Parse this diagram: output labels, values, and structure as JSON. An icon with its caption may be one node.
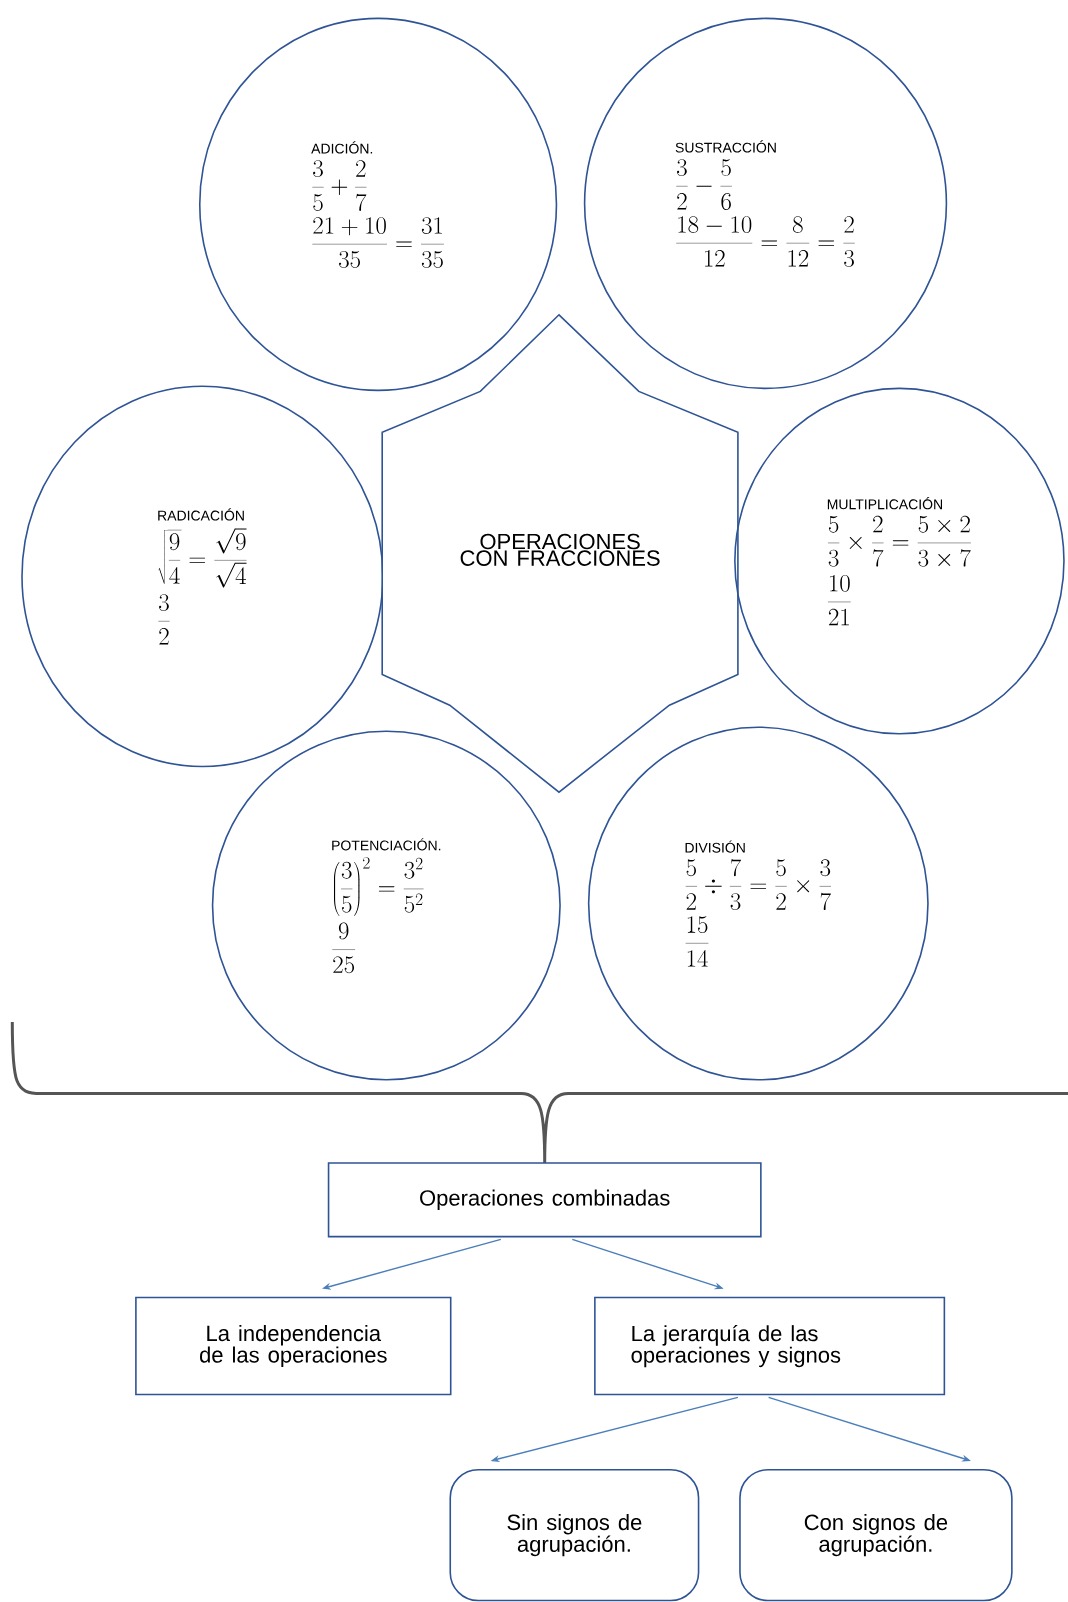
{
  "diagram": {
    "nodes": [
      {
        "text": [
          "ADICIÓN.",
          "\\frac{3}{5}+\\frac{2}{7}",
          "\\frac{21+10}{35}=\\frac{31}{35}"
        ]
      },
      {
        "text": [
          "SUSTRACCIÓN",
          "\\frac{3}{2}-\\frac{5}{6}",
          "\\frac{18-10}{12}=\\frac{8}{12}=\\frac{2}{3}"
        ]
      },
      {
        "text": [
          "RADICACIÓN",
          "\\sqrt{\\frac{9}{4}}=\\frac{\\sqrt{9}}{\\sqrt{4}}",
          "\\frac{3}{2}"
        ]
      },
      {
        "text": [
          "OPERACIONES CON FRACCIONES"
        ]
      },
      {
        "text": [
          "MULTIPLICACIÓN",
          "\\frac{5}{3}\\times\\frac{2}{7}=\\frac{5\\times 2}{3\\times 7}",
          "\\frac{10}{21}"
        ]
      },
      {
        "text": [
          "POTENCIACIÓN.",
          "\\left(\\frac{3}{5}\\right)^{2}=\\frac{3^{2}}{5^{2}}",
          "\\frac{9}{25}"
        ]
      },
      {
        "text": [
          "DIVISIÓN",
          "\\frac{5}{2}\\div\\frac{7}{3}=\\frac{5}{2}\\times\\frac{3}{7}",
          "\\frac{15}{14}"
        ]
      },
      {
        "text": [
          "Operaciones combinadas"
        ]
      },
      {
        "text": [
          "La independencia de las operaciones"
        ]
      },
      {
        "text": [
          "La jerarquía de las operaciones y signos"
        ]
      },
      {
        "text": [
          "Sin signos de agrupación."
        ]
      },
      {
        "text": [
          "Con signos de agrupación."
        ]
      }
    ],
    "edges": [
      {
        "from": 7,
        "to": 8,
        "arrow": "to"
      },
      {
        "from": 7,
        "to": 9,
        "arrow": "to"
      },
      {
        "from": 9,
        "to": 10,
        "arrow": "to"
      },
      {
        "from": 9,
        "to": 11,
        "arrow": "to"
      }
    ]
  }
}
